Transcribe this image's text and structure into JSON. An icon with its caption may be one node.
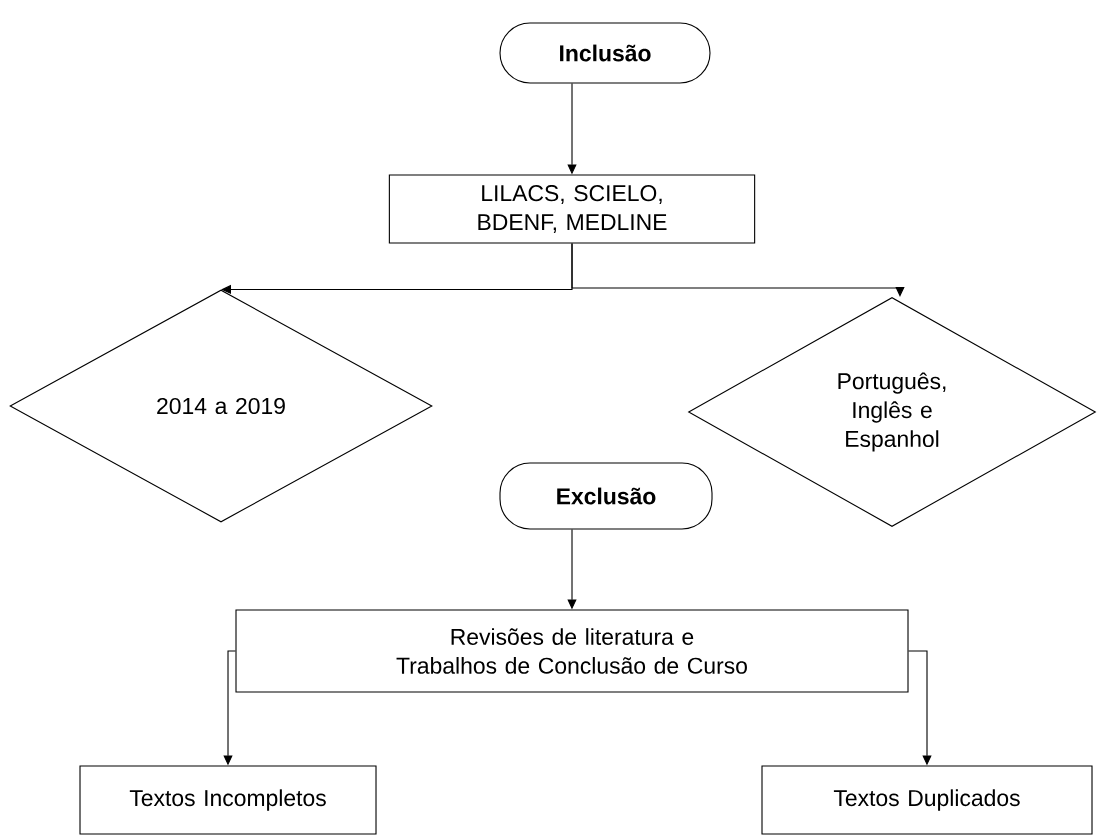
{
  "diagram": {
    "nodes": [
      {
        "text": [
          "Inclusão"
        ]
      },
      {
        "text": [
          "LILACS, SCIELO, BDENF, MEDLINE"
        ]
      },
      {
        "text": [
          "2014 a 2019"
        ]
      },
      {
        "text": [
          "Português, Inglês e Espanhol"
        ]
      },
      {
        "text": [
          "Exclusão"
        ]
      },
      {
        "text": [
          "Revisões de literatura e Trabalhos de Conclusão de Curso"
        ]
      },
      {
        "text": [
          "Textos Incompletos"
        ]
      },
      {
        "text": [
          "Textos Duplicados"
        ]
      }
    ],
    "edges": [
      {
        "from": 0,
        "to": 1,
        "arrow": "to"
      },
      {
        "from": 1,
        "to": 2,
        "arrow": "to"
      },
      {
        "from": 1,
        "to": 3,
        "arrow": "to"
      },
      {
        "from": 4,
        "to": 5,
        "arrow": "to"
      },
      {
        "from": 5,
        "to": 6,
        "arrow": "to"
      },
      {
        "from": 5,
        "to": 7,
        "arrow": "to"
      }
    ]
  }
}
